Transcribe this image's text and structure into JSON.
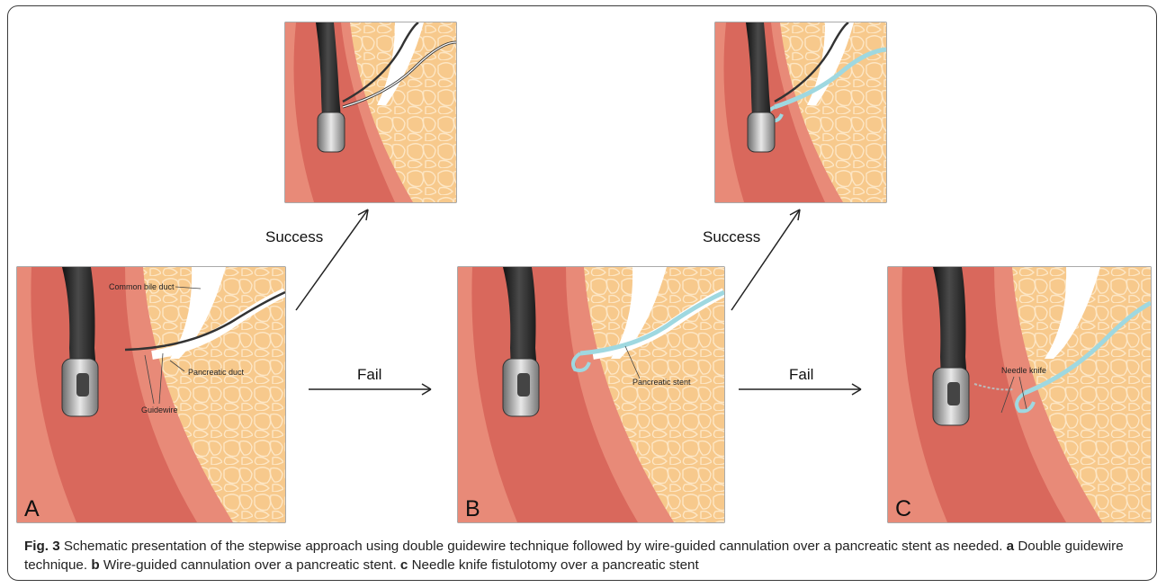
{
  "figure": {
    "arrows": {
      "success_1": "Success",
      "fail_1": "Fail",
      "success_2": "Success",
      "fail_2": "Fail"
    },
    "panels": {
      "a_letter": "A",
      "b_letter": "B",
      "c_letter": "C"
    },
    "annotations": {
      "common_bile_duct": "Common bile duct",
      "pancreatic_duct": "Pancreatic duct",
      "guidewire": "Guidewire",
      "pancreatic_stent": "Pancreatic stent",
      "needle_knife": "Needle knife"
    }
  },
  "caption": {
    "fig_label": "Fig. 3",
    "intro": " Schematic presentation of the stepwise approach using double guidewire technique followed by wire-guided cannulation over a pancreatic stent as needed. ",
    "a_label": "a",
    "a_text": " Double guidewire technique. ",
    "b_label": "b",
    "b_text": " Wire-guided cannulation over a pancreatic stent. ",
    "c_label": "c",
    "c_text": " Needle knife fistulotomy over a pancreatic stent"
  },
  "colors": {
    "wall_outer": "#e88a78",
    "wall_inner": "#d9685c",
    "fat": "#f7c98c",
    "fat_cell_line": "#fbe4bf",
    "scope": "#2a2a2a",
    "stent": "#9fd8e0",
    "duct": "#ffffff",
    "frame_border": "#3a3a3a"
  }
}
